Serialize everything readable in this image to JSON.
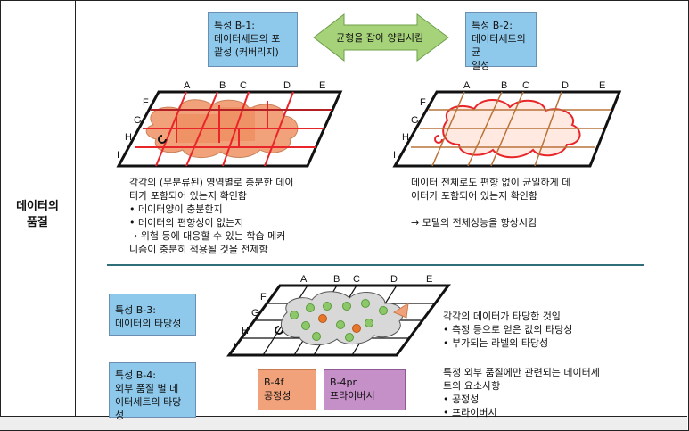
{
  "row_label": "데이터의\n품질",
  "b1": "특성 B-1:\n데이터세트의 포\n괄성 (커버리지)",
  "b2": "특성 B-2:\n데이터세트의 균\n일성",
  "arrow_label": "균형을 잡아 양립시킴",
  "grid_cols": [
    "A",
    "B",
    "C",
    "D",
    "E"
  ],
  "grid_rows": [
    "F",
    "G",
    "H",
    "I"
  ],
  "left_desc": "각각의 (무분류된) 영역별로 충분한 데이\n터가 포함되어 있는지 확인함\n•  데이터양이 충분한지\n•  데이터의 편향성이 없는지\n→ 위험 등에 대응할 수 있는 학습 메커\n니즘이 충분히 적용될 것을 전제함",
  "right_desc": "데이터 전체로도 편향 없이 균일하게 데\n이터가 포함되어 있는지 확인함\n\n→ 모델의 전체성능을 향상시킴",
  "b3": "특성 B-3:\n데이터의 타당성",
  "b4": "특성 B-4:\n외부 품질 별 데\n이터세트의 타당\n성",
  "b4f": "B-4f\n공정성",
  "b4pr": "B-4pr\n프라이버시",
  "validity_desc": "각각의 데이터가 타당한 것임\n•  측정 등으로 얻은 값의 타당성\n•  부가되는 라벨의 타당성",
  "external_desc": "특정 외부 품질에만 관련되는 데이터세\n트의 요소사항\n•  공정성\n•  프라이버시",
  "colors": {
    "blue_box": "#8ec9ec",
    "arrow": "#a6d37a",
    "red_grid": "#e8262a",
    "brown_grid": "#b8733a",
    "salmon": "#f2a27a",
    "dot_green": "#8cc86a",
    "dot_orange": "#e8762a"
  }
}
